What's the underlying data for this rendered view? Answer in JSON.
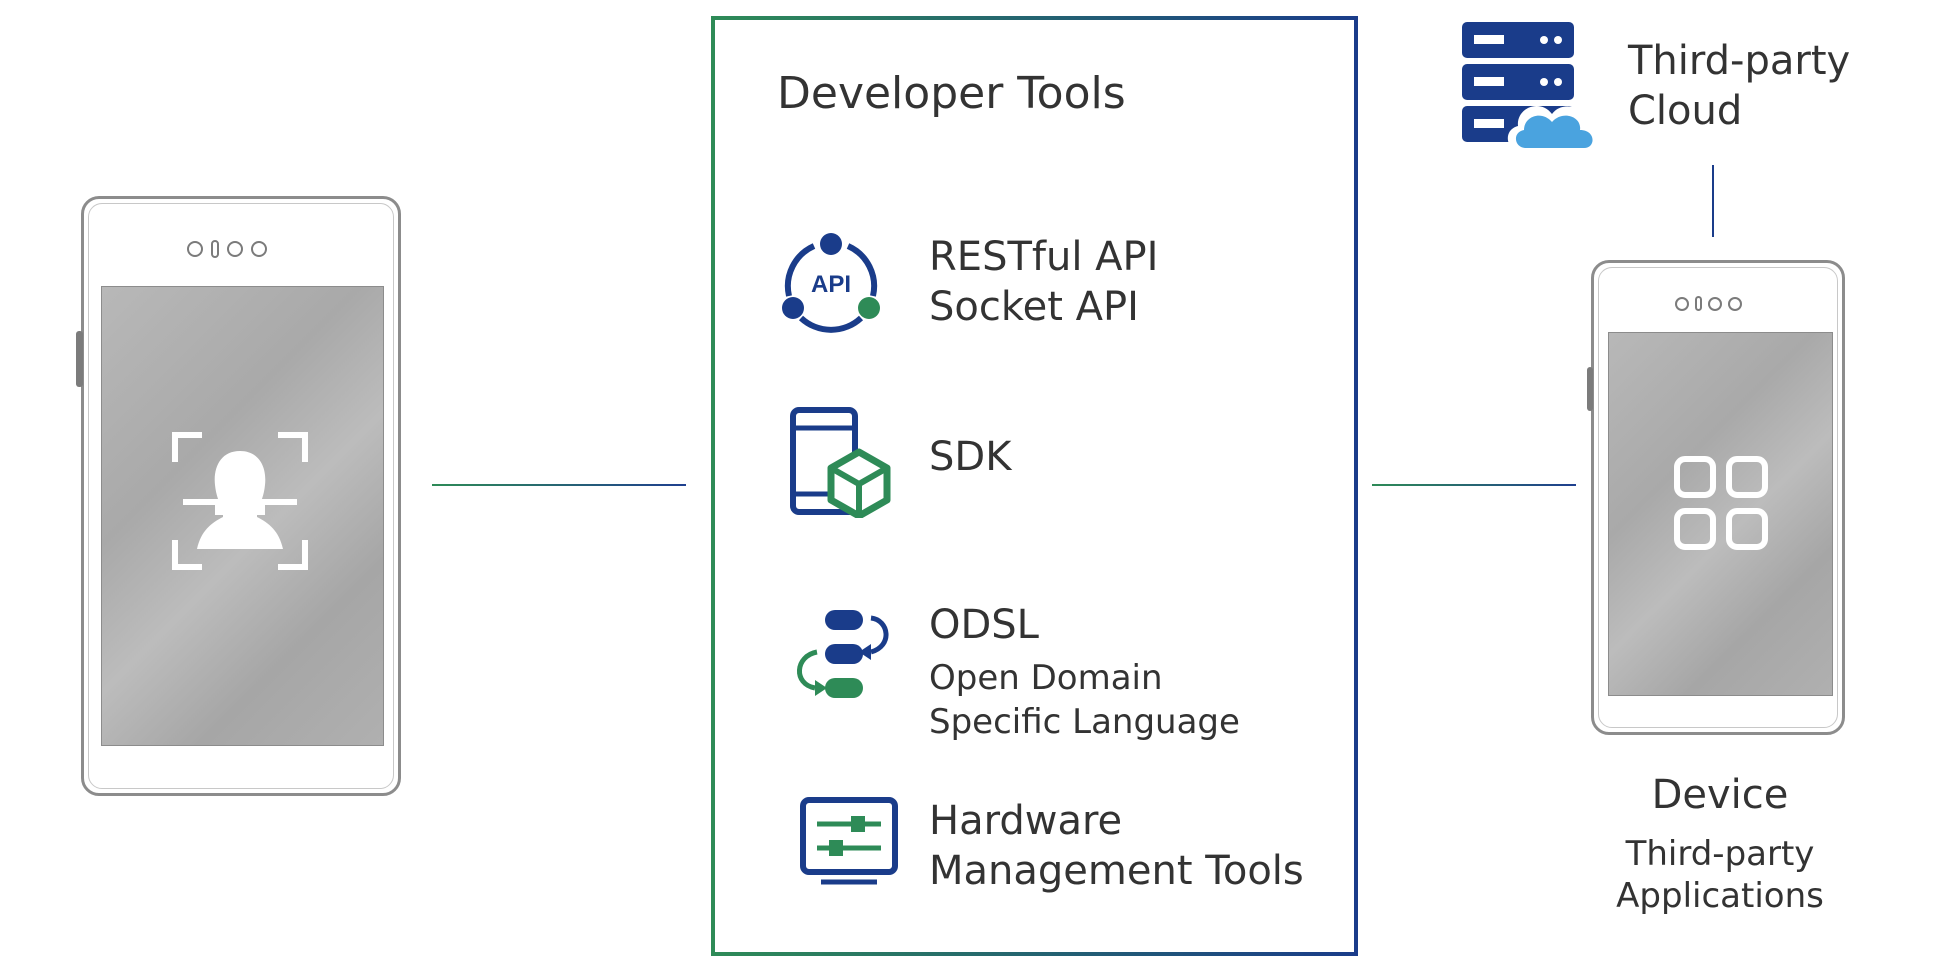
{
  "developer_tools": {
    "title": "Developer Tools",
    "items": [
      {
        "icon": "api-icon",
        "lines": [
          "RESTful API",
          "Socket API"
        ]
      },
      {
        "icon": "sdk-icon",
        "lines": [
          "SDK"
        ]
      },
      {
        "icon": "odsl-icon",
        "title": "ODSL",
        "subtitle_lines": [
          "Open Domain",
          "Specific Language"
        ]
      },
      {
        "icon": "hardware-settings-icon",
        "lines": [
          "Hardware",
          "Management Tools"
        ]
      }
    ]
  },
  "cloud": {
    "icon": "server-cloud-icon",
    "lines": [
      "Third-party",
      "Cloud"
    ]
  },
  "left_device": {
    "screen_icon": "face-recognition-icon"
  },
  "right_device": {
    "screen_icon": "apps-grid-icon",
    "title": "Device",
    "subtitle_lines": [
      "Third-party",
      "Applications"
    ]
  },
  "colors": {
    "navy": "#1a3c8a",
    "green": "#2e8b57",
    "text": "#333333",
    "cloud_light": "#4aa3df"
  }
}
